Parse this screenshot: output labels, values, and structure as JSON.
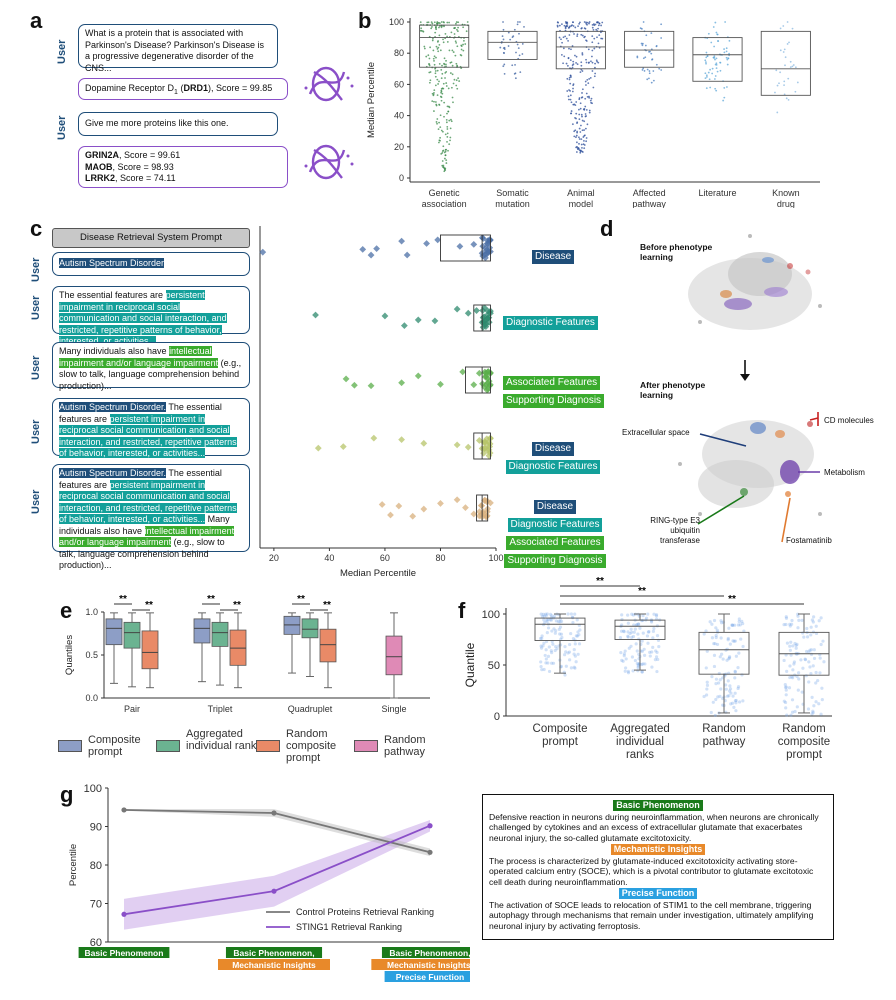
{
  "panels": {
    "a": "a",
    "b": "b",
    "c": "c",
    "d": "d",
    "e": "e",
    "f": "f",
    "g": "g"
  },
  "panel_a": {
    "user_label": "User",
    "q1": "What is a protein that is associated with Parkinson's Disease? Parkinson's Disease is a progressive degenerative disorder of the CNS...",
    "a1_prefix": "Dopamine Receptor D",
    "a1_sub": "1",
    "a1_bold": "DRD1",
    "a1_suffix": "), Score = 99.85",
    "q2": "Give me more proteins like this one.",
    "answers": [
      {
        "gene": "GRIN2A",
        "score": ", Score = 99.61"
      },
      {
        "gene": "MAOB",
        "score": ", Score = 98.93"
      },
      {
        "gene": "LRRK2",
        "score": ", Score = 74.11"
      }
    ]
  },
  "panel_c": {
    "system_prompt": "Disease Retrieval System Prompt",
    "user_label": "User",
    "p1": "Autism Spectrum Disorder",
    "p2_pre": "The essential features are ",
    "p2_hl": "persistent impairment in reciprocal social communication and social interaction, and restricted, repetitive patterns of behavior, interested, or activities...",
    "p3_pre": "Many individuals also have ",
    "p3_hl": "intellectual impairment and/or language impairment",
    "p3_post": " (e.g., slow to talk, language comprehension behind production)...",
    "p4_a": "Autism Spectrum Disorder.",
    "p4_b": " The essential features are ",
    "p4_c": "persistent impairment in reciprocal social communication and social interaction, and restricted, repetitive patterns of behavior, interested, or activities...",
    "p5_a": "Autism Spectrum Disorder.",
    "p5_b": " The essential features are ",
    "p5_c": "persistent impairment in reciprocal social communication and social interaction, and restricted, repetitive patterns of behavior, interested, or activities...",
    "p5_d": " Many individuals also have ",
    "p5_e": "intellectual impairment and/or language impairment",
    "p5_f": " (e.g., slow to talk, language comprehension behind production)...",
    "labels": {
      "disease": "Disease",
      "diagnostic": "Diagnostic Features",
      "associated": "Associated Features",
      "supporting": "Supporting Diagnosis"
    },
    "colors": {
      "navy": "#1f4e79",
      "teal": "#13a09a",
      "green": "#3aab2d"
    }
  },
  "panel_d": {
    "before": "Before phenotype learning",
    "after": "After phenotype learning",
    "labels": {
      "extracellular": "Extracellular space",
      "cd": "CD molecules",
      "metabolism": "Metabolism",
      "ring": "RING-type E3 ubiquitin transferase",
      "fostamatinib": "Fostamatinib"
    }
  },
  "panel_e": {
    "legend": [
      {
        "label": "Composite prompt",
        "color": "#8d9ec6"
      },
      {
        "label": "Aggregated individual ranks",
        "color": "#6bb391"
      },
      {
        "label": "Random composite prompt",
        "color": "#e98a67"
      },
      {
        "label": "Random pathway",
        "color": "#df8ab6"
      }
    ]
  },
  "panel_g": {
    "box": {
      "h1": "Basic Phenomenon",
      "t1": "Defensive reaction in neurons during neuroinflammation, when neurons are chronically challenged by cytokines and an excess of extracellular glutamate that exacerbates neuronal injury, the so-called glutamate excitotoxicity.",
      "h2": "Mechanistic Insights",
      "t2": "The process is characterized by glutamate-induced excitotoxicity activating store-operated calcium entry (SOCE), which is a pivotal contributor to glutamate excitotoxic cell death during neuroinflammation.",
      "h3": "Precise Function",
      "t3": "The activation of SOCE leads to relocation of STIM1 to the cell membrane, triggering autophagy through mechanisms that remain under investigation, ultimately amplifying neuronal injury by activating ferroptosis."
    },
    "header_colors": {
      "basic": "#1a7a1a",
      "mech": "#e8892a",
      "precise": "#2aa0e0"
    }
  },
  "chart_data": [
    {
      "panel": "b",
      "type": "box",
      "ylabel": "Median Percentile",
      "ylim": [
        0,
        100
      ],
      "yticks": [
        0,
        20,
        40,
        60,
        80,
        100
      ],
      "categories": [
        "Genetic association",
        "Somatic mutation",
        "Animal model",
        "Affected pathway",
        "Literature",
        "Known drug"
      ],
      "boxes": [
        {
          "q1": 71,
          "median": 90,
          "q3": 98
        },
        {
          "q1": 76,
          "median": 87,
          "q3": 94
        },
        {
          "q1": 70,
          "median": 84,
          "q3": 94
        },
        {
          "q1": 71,
          "median": 82,
          "q3": 94
        },
        {
          "q1": 62,
          "median": 79,
          "q3": 90
        },
        {
          "q1": 53,
          "median": 70,
          "q3": 94
        }
      ],
      "colors": [
        "#3a8a4a",
        "#3a5fa0",
        "#2c4e9a",
        "#4a7fc0",
        "#5fa8d8",
        "#8ab8e0"
      ]
    },
    {
      "panel": "c",
      "type": "box",
      "xlabel": "Median Percentile",
      "xlim": [
        15,
        100
      ],
      "xticks": [
        20,
        40,
        60,
        80,
        100
      ],
      "rows": [
        {
          "q1": 80,
          "median": 95,
          "q3": 98,
          "points": [
            16,
            52,
            55,
            57,
            66,
            68,
            75,
            79,
            87,
            92,
            95,
            96,
            97,
            97,
            98,
            98
          ]
        },
        {
          "q1": 92,
          "median": 95,
          "q3": 98,
          "points": [
            35,
            60,
            67,
            72,
            78,
            86,
            90,
            93,
            95,
            96,
            97,
            97,
            98,
            98
          ]
        },
        {
          "q1": 89,
          "median": 95,
          "q3": 98,
          "points": [
            46,
            49,
            55,
            66,
            72,
            80,
            88,
            92,
            94,
            96,
            97,
            97,
            98
          ]
        },
        {
          "q1": 92,
          "median": 95,
          "q3": 98,
          "points": [
            36,
            45,
            56,
            66,
            74,
            86,
            90,
            94,
            95,
            96,
            97,
            98
          ]
        },
        {
          "q1": 93,
          "median": 95,
          "q3": 97,
          "points": [
            59,
            62,
            65,
            70,
            74,
            80,
            86,
            89,
            92,
            95,
            96,
            97,
            98
          ]
        }
      ],
      "colors": [
        "#4b6fa5",
        "#2d8a6e",
        "#5aae4a",
        "#b7c46a",
        "#d8b07e"
      ]
    },
    {
      "panel": "e",
      "type": "box",
      "ylabel": "Quantiles",
      "ylim": [
        0,
        1
      ],
      "yticks": [
        "0.0",
        "0.5",
        "1.0"
      ],
      "groups": [
        "Pair",
        "Triplet",
        "Quadruplet",
        "Single"
      ],
      "series": [
        {
          "name": "Composite prompt",
          "boxes": [
            {
              "q1": 0.62,
              "median": 0.81,
              "q3": 0.92
            },
            {
              "q1": 0.64,
              "median": 0.81,
              "q3": 0.92
            },
            {
              "q1": 0.74,
              "median": 0.85,
              "q3": 0.95
            }
          ]
        },
        {
          "name": "Aggregated individual ranks",
          "boxes": [
            {
              "q1": 0.58,
              "median": 0.76,
              "q3": 0.88
            },
            {
              "q1": 0.6,
              "median": 0.76,
              "q3": 0.88
            },
            {
              "q1": 0.7,
              "median": 0.8,
              "q3": 0.92
            }
          ]
        },
        {
          "name": "Random composite prompt",
          "boxes": [
            {
              "q1": 0.34,
              "median": 0.53,
              "q3": 0.78
            },
            {
              "q1": 0.38,
              "median": 0.58,
              "q3": 0.79
            },
            {
              "q1": 0.42,
              "median": 0.62,
              "q3": 0.8
            }
          ]
        },
        {
          "name": "Random pathway",
          "boxes": [
            {
              "q1": 0.27,
              "median": 0.48,
              "q3": 0.72
            }
          ]
        }
      ],
      "significance": [
        "**",
        "**",
        "**",
        "**",
        "**",
        "**"
      ]
    },
    {
      "panel": "f",
      "type": "box",
      "ylabel": "Quantile",
      "ylim": [
        0,
        100
      ],
      "yticks": [
        0,
        50,
        100
      ],
      "categories": [
        "Composite prompt",
        "Aggregated individual ranks",
        "Random pathway",
        "Random composite prompt"
      ],
      "boxes": [
        {
          "q1": 74,
          "median": 90,
          "q3": 96
        },
        {
          "q1": 75,
          "median": 88,
          "q3": 94
        },
        {
          "q1": 41,
          "median": 65,
          "q3": 82
        },
        {
          "q1": 40,
          "median": 61,
          "q3": 82
        }
      ],
      "significance": [
        "**",
        "**",
        "**"
      ]
    },
    {
      "panel": "g",
      "type": "line",
      "ylabel": "Percentile",
      "ylim": [
        60,
        100
      ],
      "yticks": [
        60,
        70,
        80,
        90,
        100
      ],
      "categories": [
        "Basic Phenomenon",
        "Basic Phenomenon, Mechanistic Insights",
        "Basic Phenomenon, Mechanistic Insights, Precise Function"
      ],
      "series": [
        {
          "name": "Control Proteins Retrieval Ranking",
          "values": [
            94.3,
            93.5,
            83.3
          ],
          "color": "#777777"
        },
        {
          "name": "STING1 Retrieval Ranking",
          "values": [
            67.2,
            73.2,
            90.2
          ],
          "color": "#8a4fc8"
        }
      ]
    }
  ]
}
